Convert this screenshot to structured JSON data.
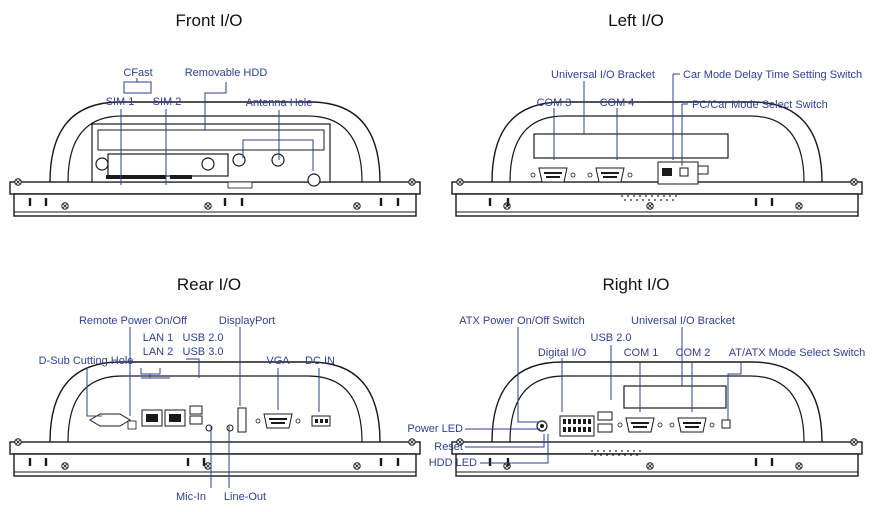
{
  "panels": {
    "front": {
      "title": "Front I/O",
      "labels": [
        "CFast",
        "Removable HDD",
        "SIM 1",
        "SIM 2",
        "Antenna Hole"
      ]
    },
    "left": {
      "title": "Left I/O",
      "labels": [
        "Universal I/O Bracket",
        "Car Mode Delay Time Setting Switch",
        "COM 3",
        "COM 4",
        "PC/Car Mode Select Switch"
      ]
    },
    "rear": {
      "title": "Rear I/O",
      "labels": [
        "Remote Power On/Off",
        "DisplayPort",
        "LAN 1",
        "LAN 2",
        "USB 2.0",
        "USB 3.0",
        "VGA",
        "DC IN",
        "D-Sub Cutting Hole",
        "Mic-In",
        "Line-Out"
      ]
    },
    "right": {
      "title": "Right I/O",
      "labels": [
        "ATX Power On/Off Switch",
        "Universal I/O Bracket",
        "USB 2.0",
        "Digital I/O",
        "COM 1",
        "COM 2",
        "AT/ATX Mode Select Switch",
        "Power LED",
        "Reset",
        "HDD LED"
      ]
    }
  },
  "colors": {
    "callout": "#2e3f9a",
    "drawing": "#1a1a1a"
  }
}
